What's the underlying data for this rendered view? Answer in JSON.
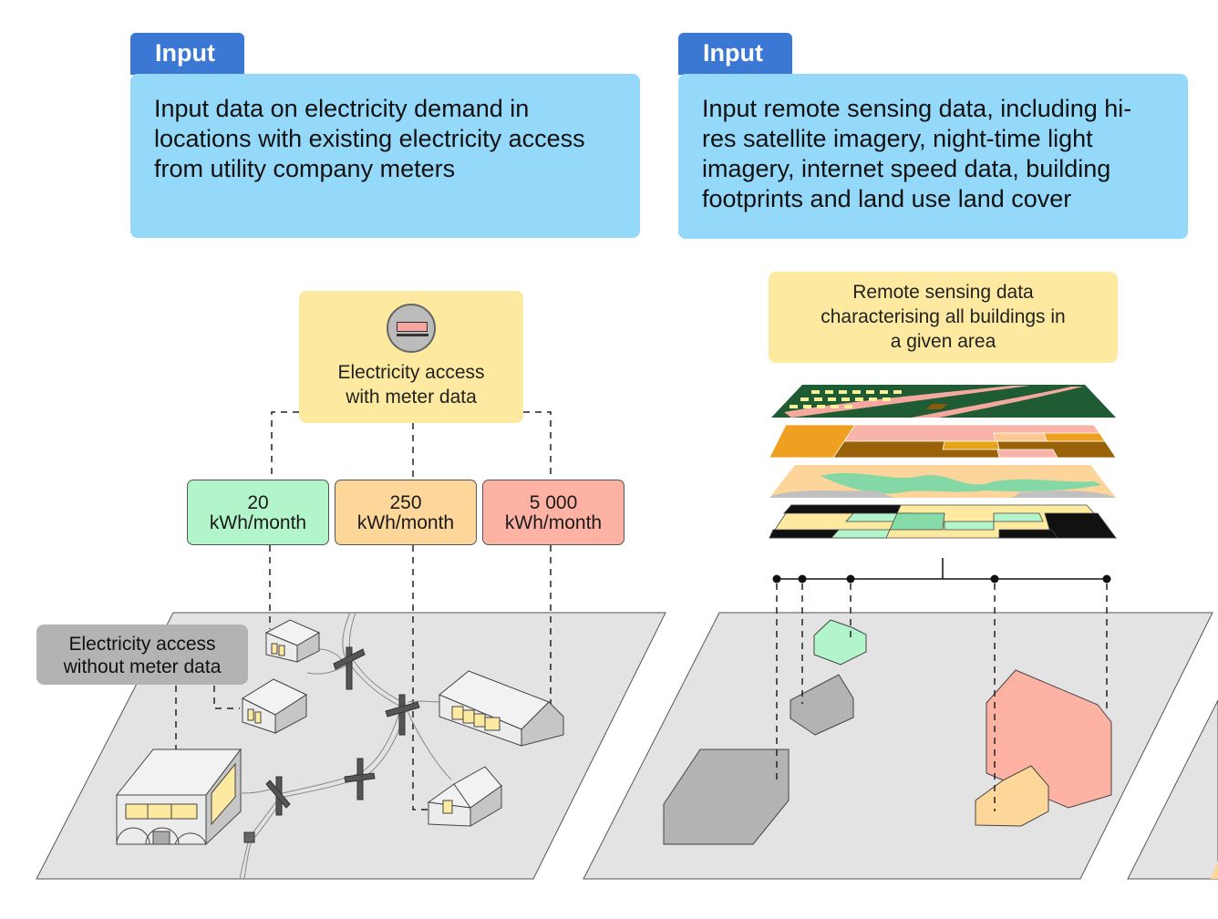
{
  "left_panel": {
    "tab_label": "Input",
    "description": "Input data on electricity demand in locations with existing electricity access from utility company meters",
    "meter_box": {
      "icon": "electricity-meter-icon",
      "label_line1": "Electricity access",
      "label_line2": "with meter data"
    },
    "consumption_levels": [
      {
        "value": "20",
        "unit": "kWh/month",
        "color": "#b3f5cb"
      },
      {
        "value": "250",
        "unit": "kWh/month",
        "color": "#fdd79a"
      },
      {
        "value": "5 000",
        "unit": "kWh/month",
        "color": "#fdb2a3"
      }
    ],
    "no_meter_label_line1": "Electricity access",
    "no_meter_label_line2": "without meter data"
  },
  "right_panel": {
    "tab_label": "Input",
    "description": "Input remote sensing data, including hi-res satellite imagery, night-time light imagery, internet speed data, building footprints and land use land cover",
    "remote_box": {
      "line1": "Remote sensing data",
      "line2": "characterising all buildings in",
      "line3": "a given area"
    },
    "layers": [
      "satellite-imagery-layer",
      "night-time-light-layer",
      "land-use-land-cover-layer",
      "internet-speed-layer"
    ]
  },
  "colors": {
    "tab_blue": "#3a78d4",
    "card_blue": "#95d9fa",
    "label_yellow": "#fde99f",
    "ground_gray": "#e3e3e3",
    "footprint_green": "#b3f5cb",
    "footprint_gray": "#b3b3b3",
    "footprint_red": "#fdb2a3",
    "footprint_orange": "#fdd79a"
  }
}
